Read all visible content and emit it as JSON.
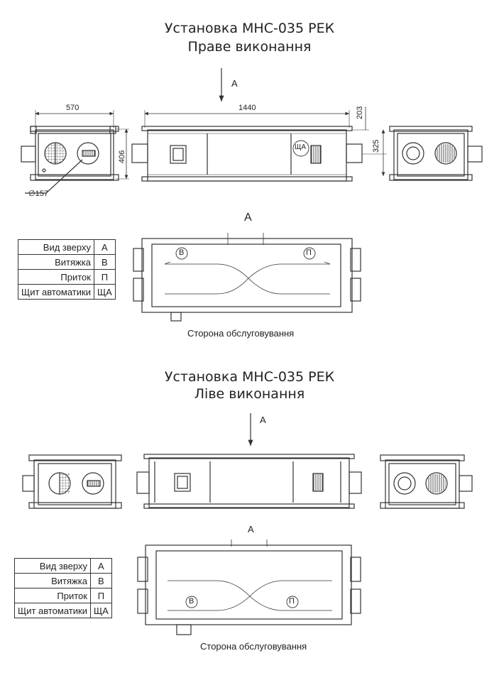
{
  "top": {
    "title": "Установка МНС-035 РЕК",
    "subtitle": "Праве виконання",
    "arrow_label": "А",
    "plan_label": "А",
    "dims": {
      "width": "570",
      "length": "1440",
      "height_right": "203",
      "height_left": "406",
      "offset": "325",
      "diameter": "∅157"
    },
    "marks": {
      "panel": "ЩА",
      "exhaust": "В",
      "supply": "П"
    },
    "service_side": "Сторона обслуговування"
  },
  "bottom": {
    "title": "Установка МНС-035 РЕК",
    "subtitle": "Ліве виконання",
    "arrow_label": "А",
    "plan_label": "А",
    "marks": {
      "exhaust": "В",
      "supply": "П"
    },
    "service_side": "Сторона обслуговування"
  },
  "legend": [
    {
      "name": "Вид зверху",
      "code": "А"
    },
    {
      "name": "Витяжка",
      "code": "В"
    },
    {
      "name": "Приток",
      "code": "П"
    },
    {
      "name": "Щит автоматики",
      "code": "ЩА"
    }
  ],
  "colors": {
    "line": "#333333",
    "grid": "#555555"
  }
}
